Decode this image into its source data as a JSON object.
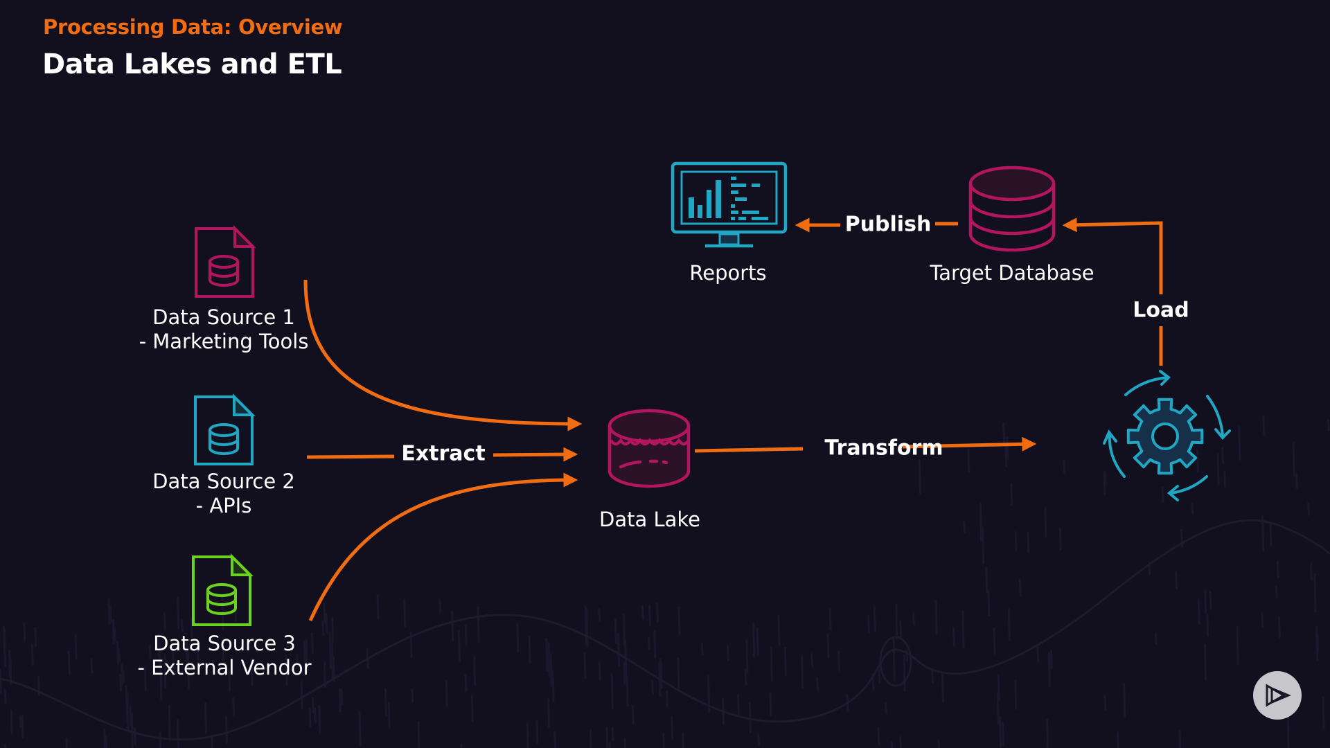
{
  "header": {
    "eyebrow": "Processing Data: Overview",
    "title": "Data Lakes and ETL"
  },
  "colors": {
    "background": "#120f1e",
    "accent_orange": "#f26d12",
    "magenta": "#b3155f",
    "cyan": "#1fa7c4",
    "green": "#6bd31f",
    "text": "#ffffff"
  },
  "nodes": {
    "source1": {
      "line1": "Data Source 1",
      "line2": "- Marketing Tools",
      "icon": "file-database-icon",
      "color": "magenta"
    },
    "source2": {
      "line1": "Data Source 2",
      "line2": "- APIs",
      "icon": "file-database-icon",
      "color": "cyan"
    },
    "source3": {
      "line1": "Data Source 3",
      "line2": "- External Vendor",
      "icon": "file-database-icon",
      "color": "green"
    },
    "data_lake": {
      "label": "Data Lake",
      "icon": "data-lake-icon"
    },
    "processing": {
      "icon": "gear-cycle-icon"
    },
    "target_db": {
      "label": "Target Database",
      "icon": "database-icon"
    },
    "reports": {
      "label": "Reports",
      "icon": "monitor-chart-icon"
    }
  },
  "flows": {
    "extract": "Extract",
    "transform": "Transform",
    "load": "Load",
    "publish": "Publish"
  },
  "logo": {
    "icon": "play-logo-icon"
  }
}
